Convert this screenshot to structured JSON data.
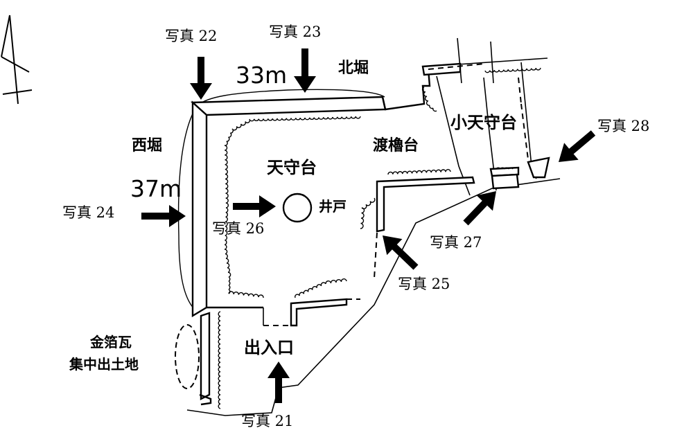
{
  "labels": {
    "north_moat": "北堀",
    "west_moat": "西堀",
    "tenshudai": "天守台",
    "watari_yagura": "渡櫓台",
    "kotenshudai": "小天守台",
    "well": "井戸",
    "entrance": "出入口",
    "gold_leaf_tiles_line1": "金箔瓦",
    "gold_leaf_tiles_line2": "集中出土地"
  },
  "measurements": {
    "north_length": "33m",
    "west_length": "37m"
  },
  "photos": {
    "p21": "写真 21",
    "p22": "写真 22",
    "p23": "写真 23",
    "p24": "写真 24",
    "p25": "写真 25",
    "p26": "写真 26",
    "p27": "写真 27",
    "p28": "写真 28"
  }
}
